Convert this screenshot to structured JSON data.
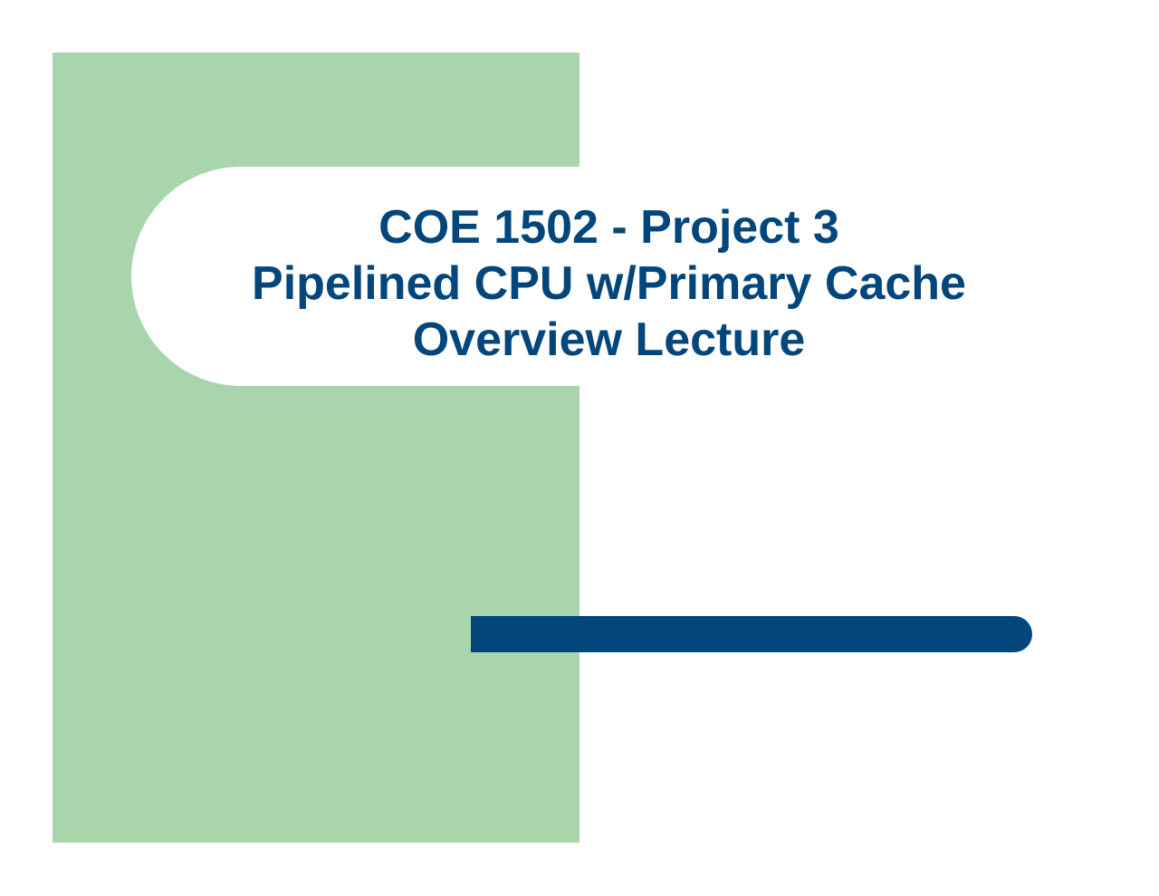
{
  "slide": {
    "title_lines": [
      "COE 1502 - Project 3",
      "Pipelined CPU w/Primary Cache",
      "Overview Lecture"
    ]
  },
  "colors": {
    "panel_green": "#a8d5ab",
    "title_blue": "#02467c",
    "accent_bar": "#02467c",
    "background": "#ffffff"
  }
}
